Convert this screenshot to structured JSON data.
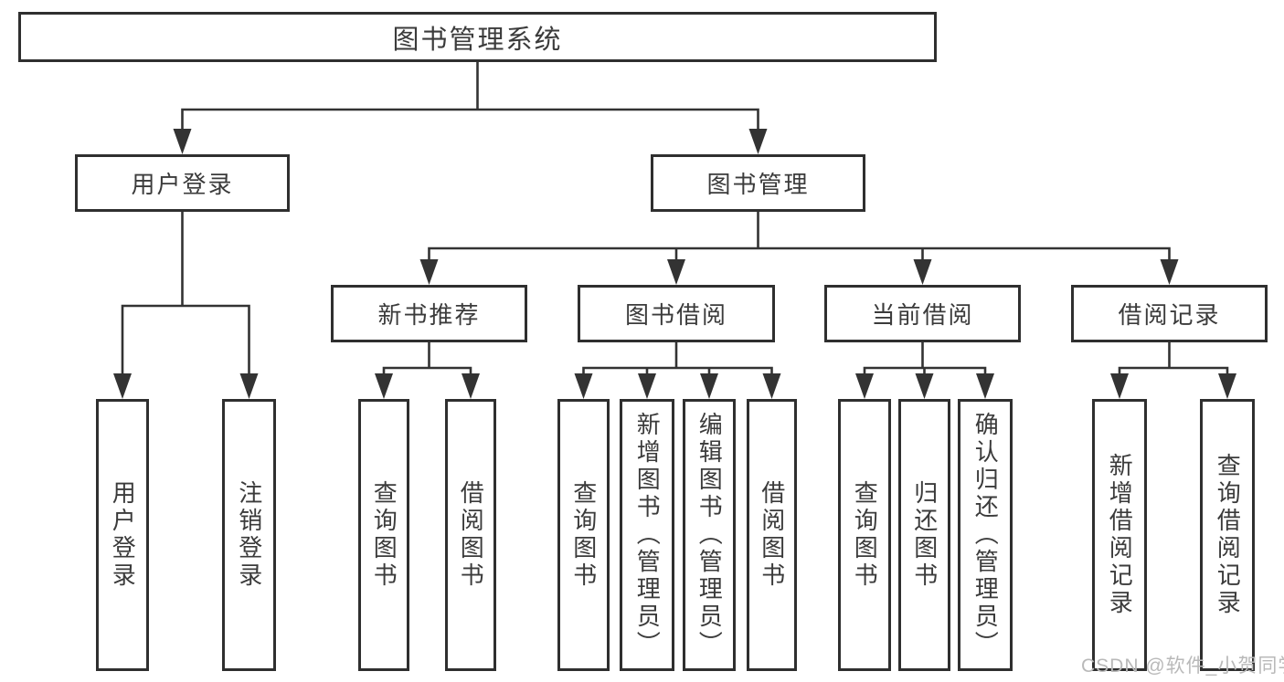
{
  "tree": {
    "root": {
      "label": "图书管理系统"
    },
    "branches": [
      {
        "label": "用户登录",
        "children": [
          {
            "label": "用户登录"
          },
          {
            "label": "注销登录"
          }
        ]
      },
      {
        "label": "图书管理",
        "children": [
          {
            "label": "新书推荐",
            "children": [
              {
                "label": "查询图书"
              },
              {
                "label": "借阅图书"
              }
            ]
          },
          {
            "label": "图书借阅",
            "children": [
              {
                "label": "查询图书"
              },
              {
                "label": "新增图书（管理员）"
              },
              {
                "label": "编辑图书（管理员）"
              },
              {
                "label": "借阅图书"
              }
            ]
          },
          {
            "label": "当前借阅",
            "children": [
              {
                "label": "查询图书"
              },
              {
                "label": "归还图书"
              },
              {
                "label": "确认归还（管理员）"
              }
            ]
          },
          {
            "label": "借阅记录",
            "children": [
              {
                "label": "新增借阅记录"
              },
              {
                "label": "查询借阅记录"
              }
            ]
          }
        ]
      }
    ]
  },
  "watermark": {
    "text": "CSDN @软件_小贺同学"
  },
  "colors": {
    "line": "#333333",
    "border": "#2f2f2f",
    "fill": "#ffffff",
    "text": "#3b3b3b",
    "watermark": "#b9b9b9"
  }
}
